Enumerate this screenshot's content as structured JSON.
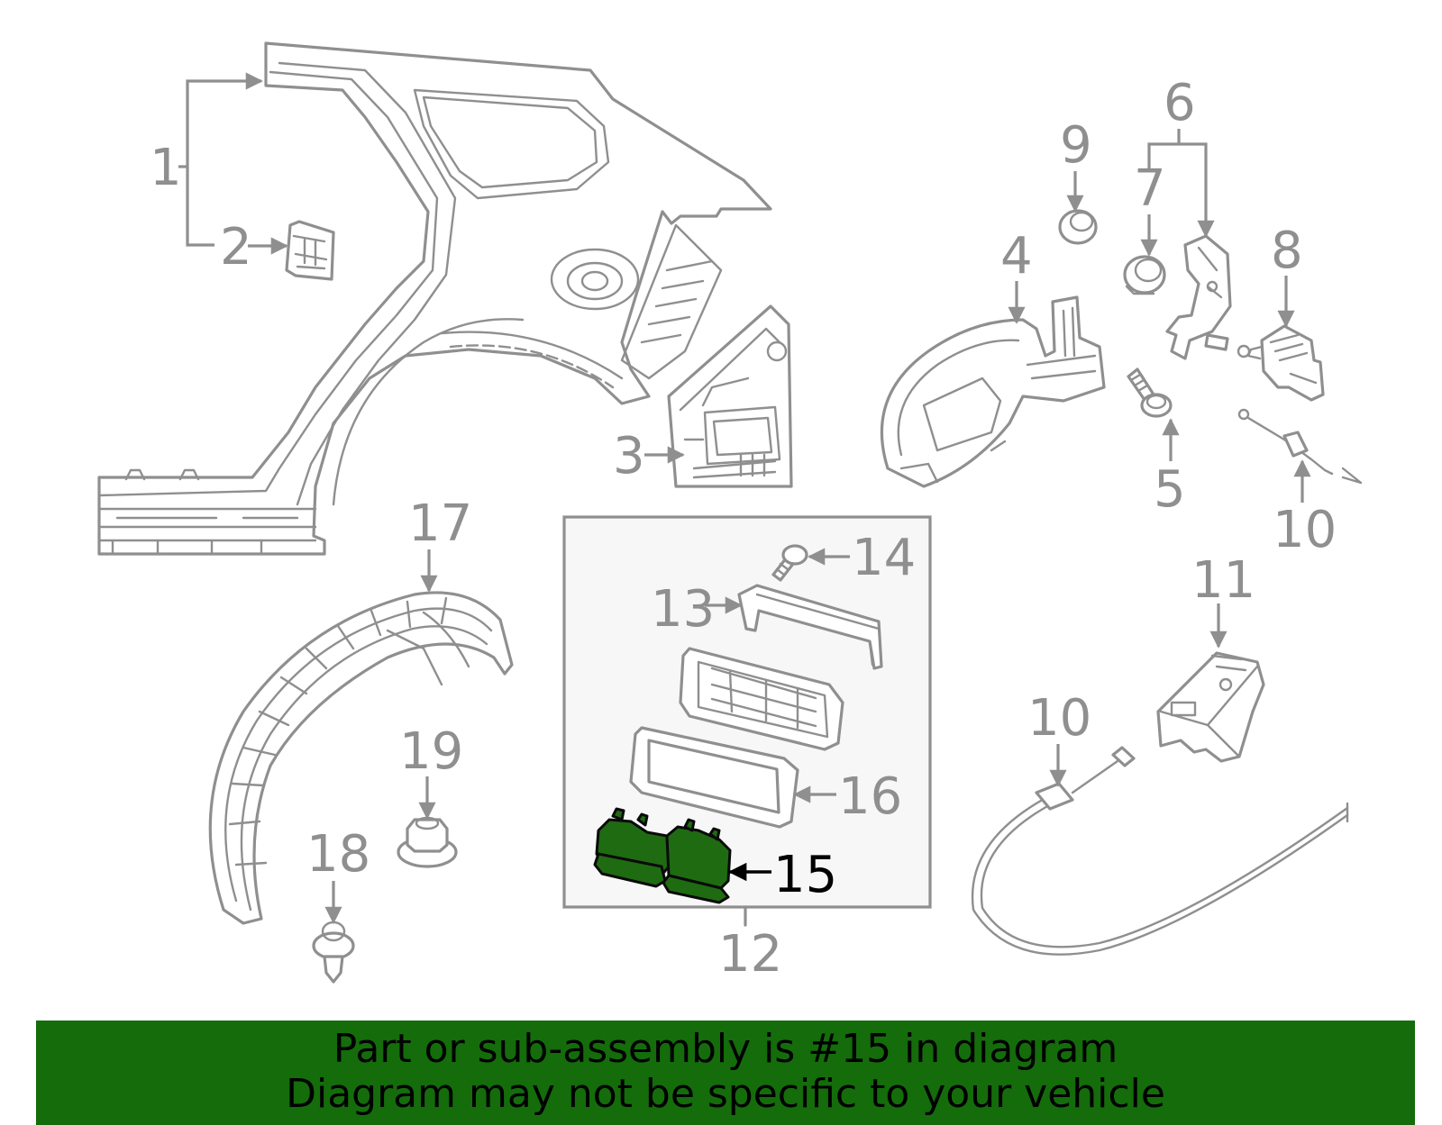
{
  "diagram": {
    "highlighted_part": "15",
    "callouts": {
      "c1": "1",
      "c2": "2",
      "c3": "3",
      "c4": "4",
      "c5": "5",
      "c6": "6",
      "c7": "7",
      "c8": "8",
      "c9": "9",
      "c10a": "10",
      "c10b": "10",
      "c11": "11",
      "c12": "12",
      "c13": "13",
      "c14": "14",
      "c15": "15",
      "c16": "16",
      "c17": "17",
      "c18": "18",
      "c19": "19"
    },
    "colors": {
      "line": "#8f8f8f",
      "highlight_fill": "#1f6b12",
      "banner": "#146c0b",
      "inset_background": "#f7f7f7"
    }
  },
  "banner": {
    "line1": "Part or sub-assembly is #15 in diagram",
    "line2": "Diagram may not be specific to your vehicle"
  }
}
